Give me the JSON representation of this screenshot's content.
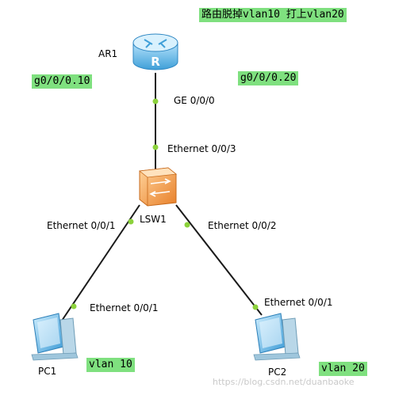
{
  "title_note": "路由脱掉vlan10 打上vlan20",
  "devices": {
    "router": {
      "name": "AR1"
    },
    "switch": {
      "name": "LSW1"
    },
    "pc1": {
      "name": "PC1"
    },
    "pc2": {
      "name": "PC2"
    }
  },
  "interfaces": {
    "router_ge": "GE 0/0/0",
    "switch_up": "Ethernet 0/0/3",
    "switch_pc1": "Ethernet 0/0/1",
    "switch_pc2": "Ethernet 0/0/2",
    "pc1_eth": "Ethernet 0/0/1",
    "pc2_eth": "Ethernet 0/0/1"
  },
  "notes": {
    "subif_10": "g0/0/0.10",
    "subif_20": "g0/0/0.20",
    "pc1_vlan": "vlan 10",
    "pc2_vlan": "vlan 20"
  },
  "watermark": "https://blog.csdn.net/duanbaoke",
  "colors": {
    "note_bg": "#7fe07f",
    "link": "#1a1a1a",
    "port_dot": "#8cd23c",
    "router_body": "#7fc4ec",
    "switch_body": "#f4a04a"
  }
}
